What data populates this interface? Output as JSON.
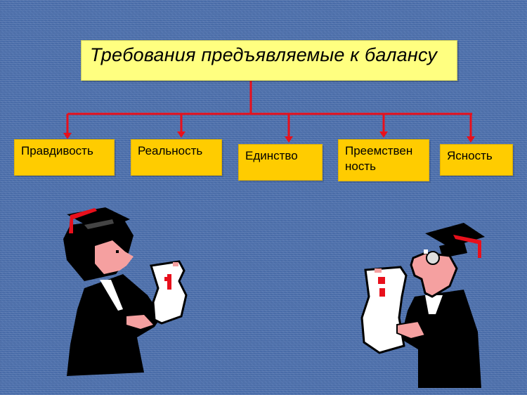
{
  "diagram": {
    "title": "Требования предъявляемые к балансу",
    "items": [
      {
        "label": "Правдивость"
      },
      {
        "label": "Реальность"
      },
      {
        "label": "Единство"
      },
      {
        "label_line1": "Преемствен",
        "label_line2": "ность"
      },
      {
        "label": "Ясность"
      }
    ]
  },
  "colors": {
    "background": "#4f73b0",
    "title_box": "#ffff80",
    "item_box": "#ffcc00",
    "connector": "#e8101c"
  },
  "illustrations": [
    {
      "name": "graduate-woman-with-diploma"
    },
    {
      "name": "graduate-man-with-diploma"
    }
  ]
}
